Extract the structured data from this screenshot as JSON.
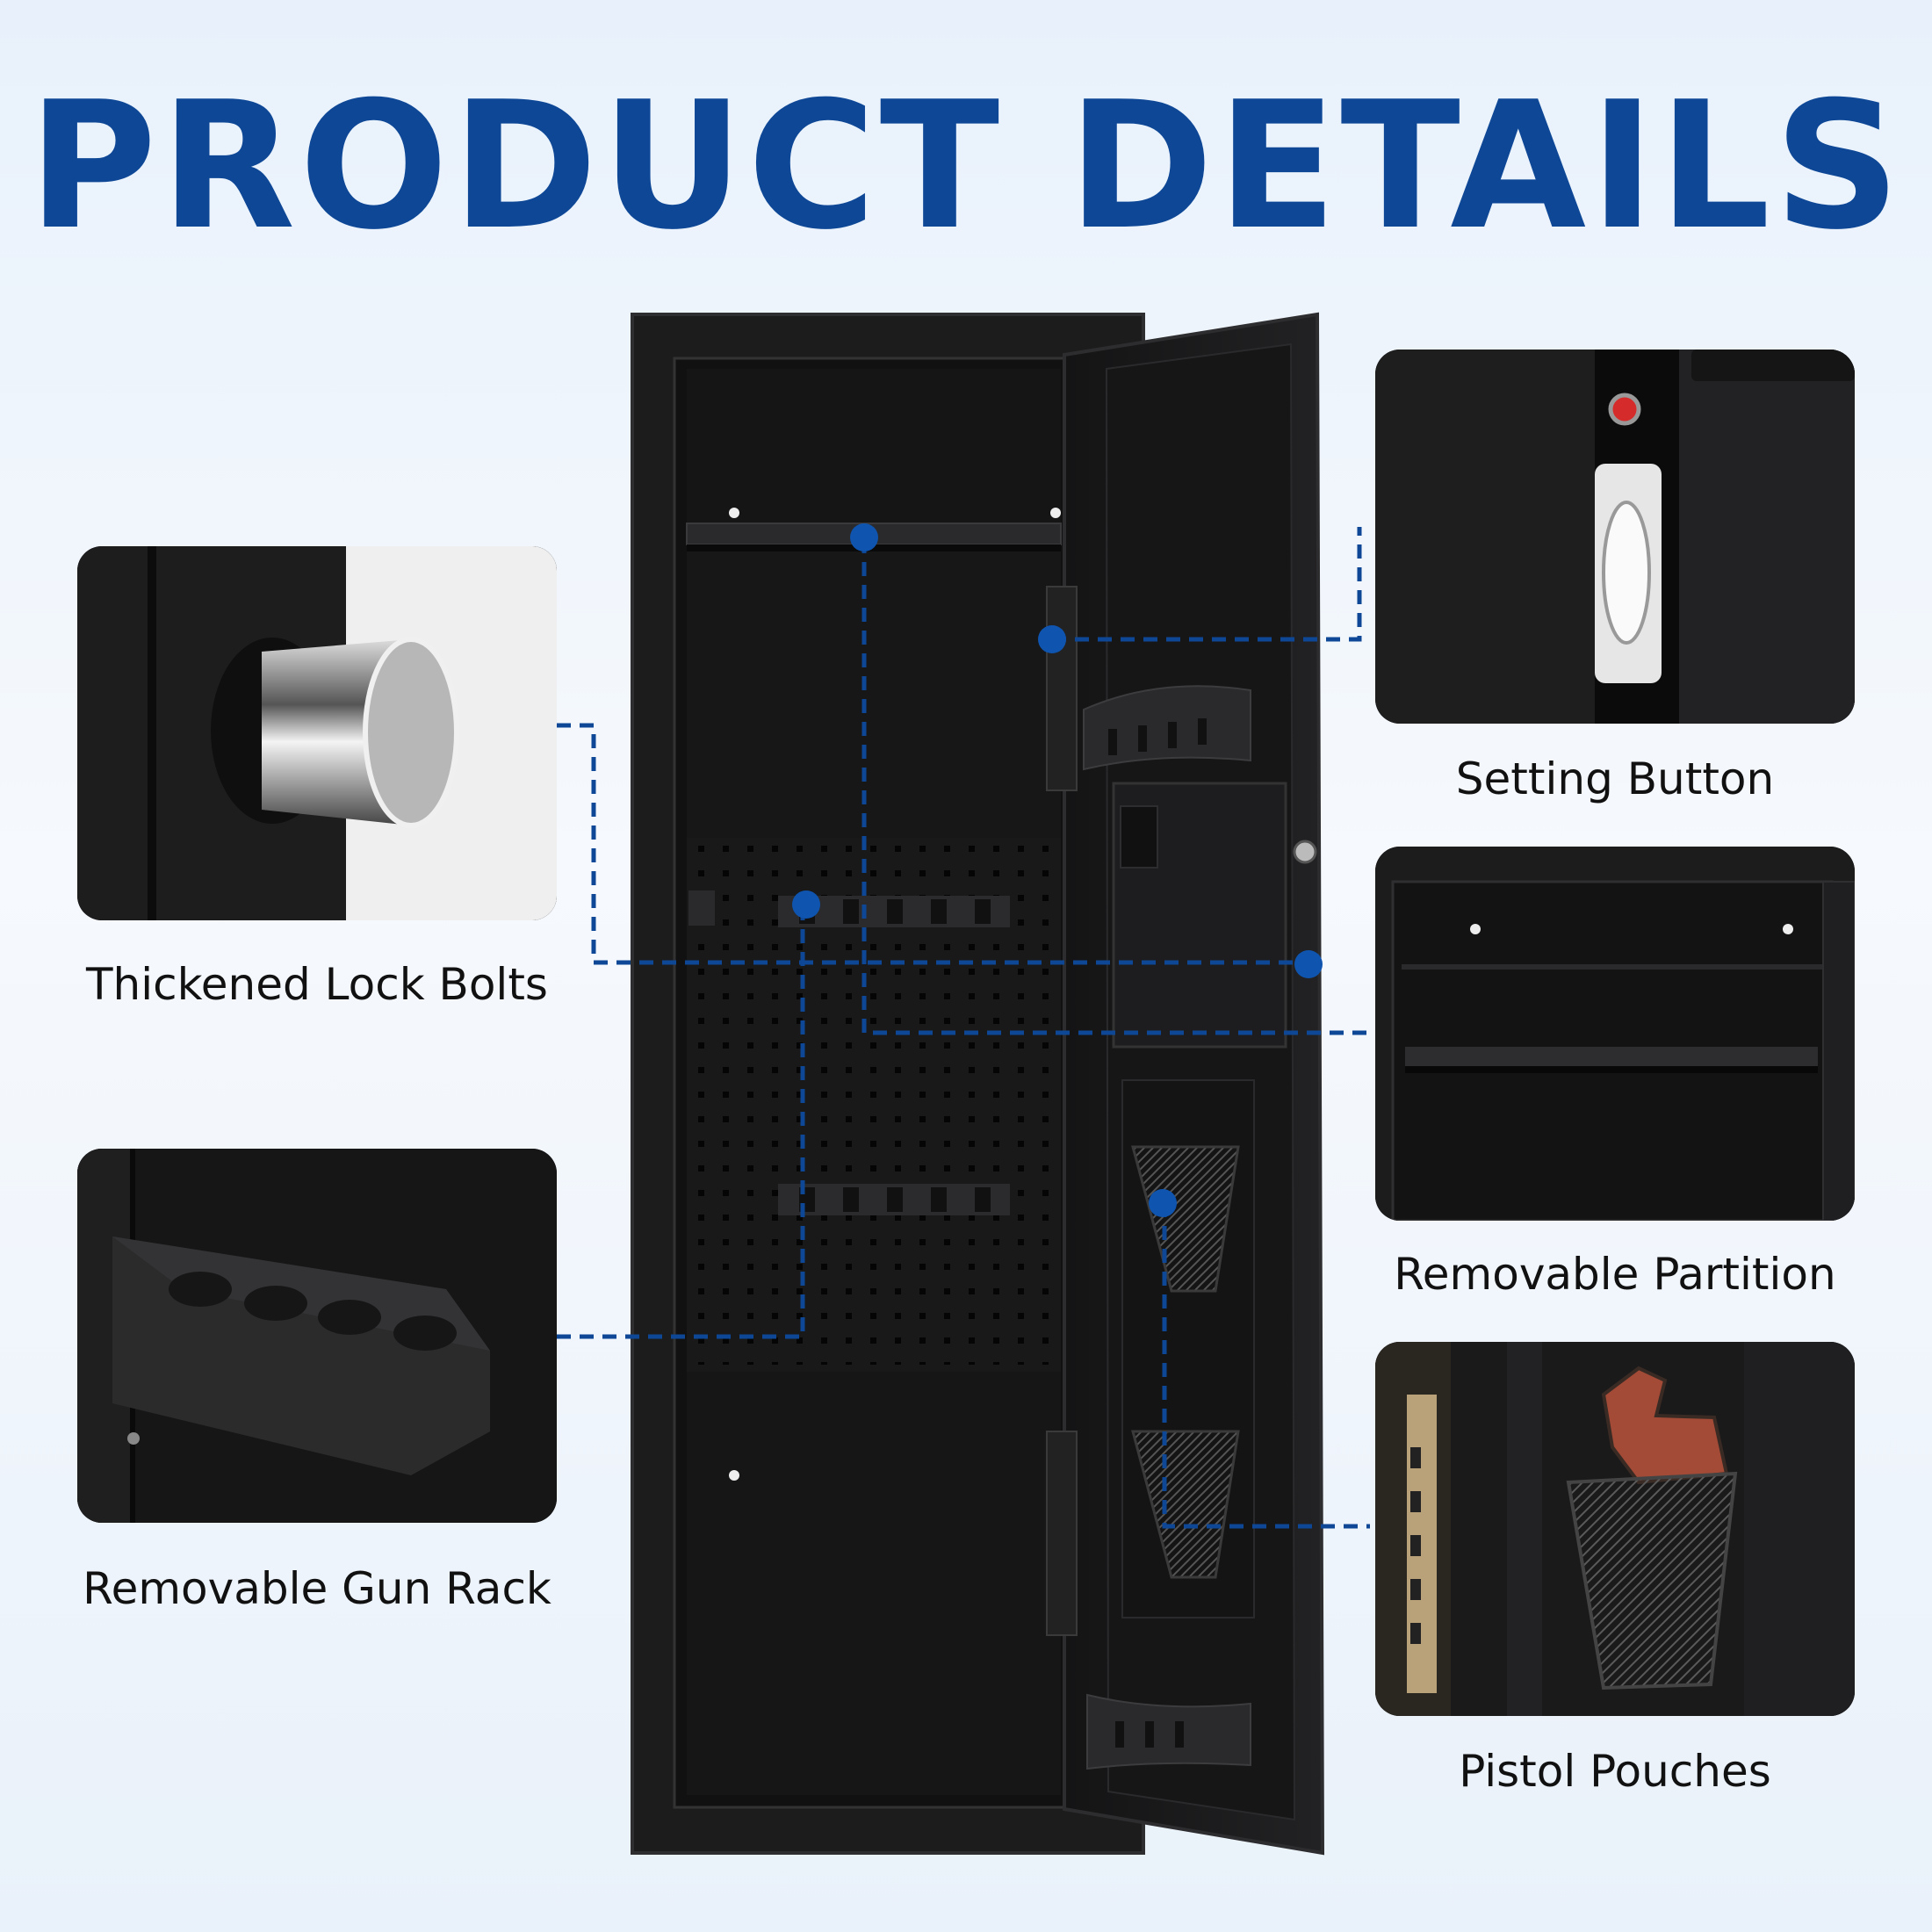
{
  "title": "PRODUCT DETAILS",
  "features": {
    "lock_bolts": "Thickened Lock Bolts",
    "gun_rack": "Removable Gun Rack",
    "setting_button": "Setting Button",
    "partition": "Removable Partition",
    "pouches": "Pistol Pouches"
  },
  "colors": {
    "title": "#0d4796",
    "callout_line": "#0d4796",
    "callout_dot": "#0f55b0",
    "safe_body": "#1c1c1d",
    "background": "#eef4fb"
  }
}
